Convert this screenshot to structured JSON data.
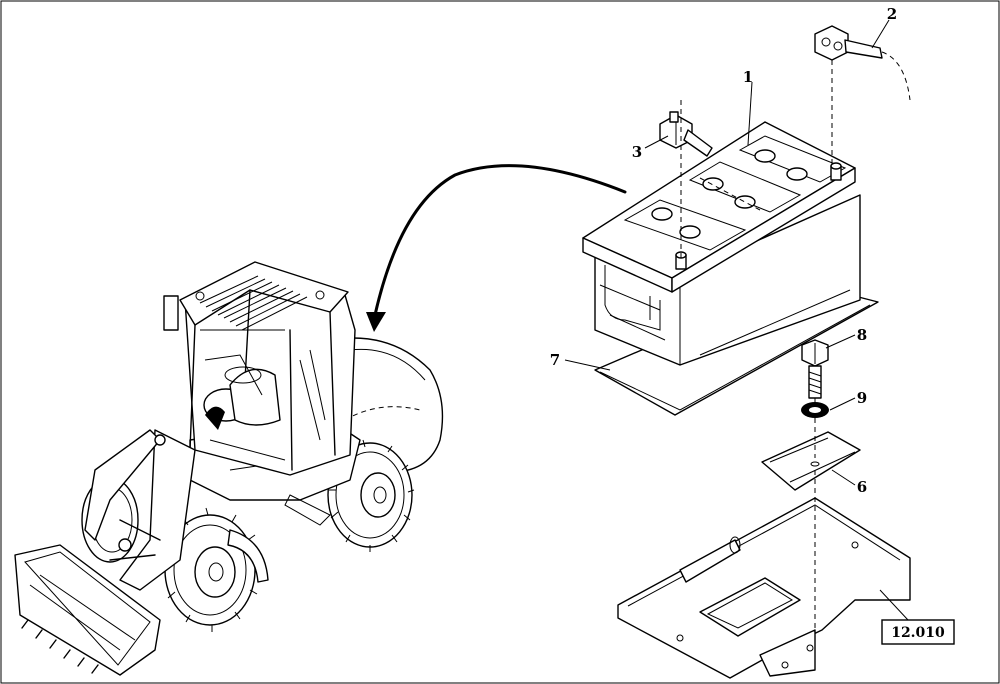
{
  "callouts": [
    {
      "id": "1",
      "part": "battery"
    },
    {
      "id": "2",
      "part": "positive-terminal-clamp"
    },
    {
      "id": "3",
      "part": "negative-terminal-clamp"
    },
    {
      "id": "6",
      "part": "hold-down-bracket"
    },
    {
      "id": "7",
      "part": "battery-mat"
    },
    {
      "id": "8",
      "part": "bolt"
    },
    {
      "id": "9",
      "part": "washer"
    }
  ],
  "reference": "12.010"
}
